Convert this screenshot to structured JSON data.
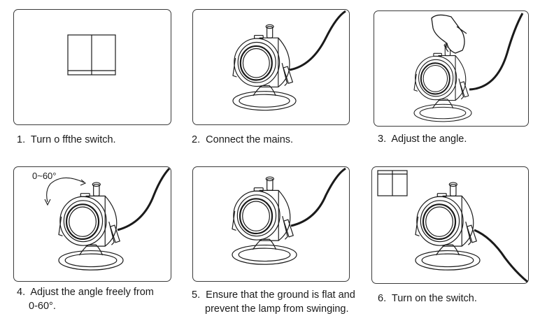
{
  "steps": [
    {
      "number": "1.",
      "text": "Turn o ffthe switch.",
      "icon": "wall-switch-off-icon"
    },
    {
      "number": "2.",
      "text": "Connect the mains.",
      "icon": "lamp-cable-icon"
    },
    {
      "number": "3.",
      "text": "Adjust the angle.",
      "icon": "hand-lamp-icon"
    },
    {
      "number": "4.",
      "text": "Adjust the angle freely from",
      "text2": "0-60°.",
      "angle_label": "0~60°",
      "icon": "lamp-tilt-arrow-icon"
    },
    {
      "number": "5.",
      "text": "Ensure that the ground is flat and",
      "text2": "prevent the lamp from swinging.",
      "icon": "lamp-ground-icon"
    },
    {
      "number": "6.",
      "text": "Turn on the switch.",
      "icon": "lamp-switch-on-icon"
    }
  ],
  "colors": {
    "line": "#1a1a1a",
    "border": "#3a3a3a"
  }
}
